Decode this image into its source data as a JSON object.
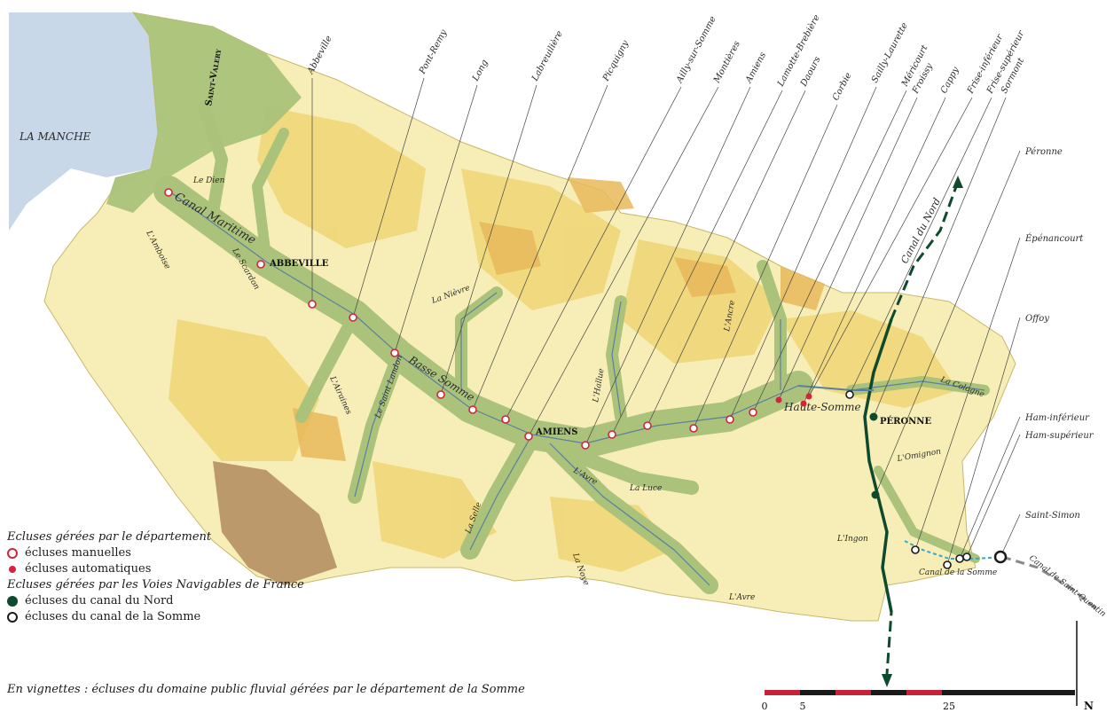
{
  "sea_label": "LA MANCHE",
  "towns": [
    {
      "key": "saint-valery",
      "label": "Saint-Valery"
    },
    {
      "key": "abbeville",
      "label": "ABBEVILLE"
    },
    {
      "key": "amiens",
      "label": "AMIENS"
    },
    {
      "key": "peronne",
      "label": "PÉRONNE"
    }
  ],
  "canal_labels": [
    {
      "key": "canal-maritime",
      "label": "Canal Maritime"
    },
    {
      "key": "basse-somme",
      "label": "Basse Somme"
    },
    {
      "key": "haute-somme",
      "label": "Haute-Somme"
    },
    {
      "key": "canal-du-nord",
      "label": "Canal du Nord"
    },
    {
      "key": "canal-de-la-somme",
      "label": "Canal de la Somme"
    },
    {
      "key": "canal-de-saint-quentin",
      "label": "Canal de Saint-Quentin"
    }
  ],
  "rivers": [
    {
      "key": "le-dien",
      "label": "Le Dien"
    },
    {
      "key": "l-amboise",
      "label": "L'Amboise"
    },
    {
      "key": "le-scardon",
      "label": "Le Scardon"
    },
    {
      "key": "la-nievre",
      "label": "La Nièvre"
    },
    {
      "key": "l-airaines",
      "label": "L'Airaines"
    },
    {
      "key": "le-saint-landon",
      "label": "Le Saint Landon"
    },
    {
      "key": "l-hallue",
      "label": "L'Hallue"
    },
    {
      "key": "l-ancre",
      "label": "L'Ancre"
    },
    {
      "key": "l-avre",
      "label": "L'Avre"
    },
    {
      "key": "la-selle",
      "label": "La Selle"
    },
    {
      "key": "la-luce",
      "label": "La Luce"
    },
    {
      "key": "la-noye",
      "label": "La Noye"
    },
    {
      "key": "l-avre-2",
      "label": "L'Avre"
    },
    {
      "key": "la-cologne",
      "label": "La Cologne"
    },
    {
      "key": "l-omignon",
      "label": "L'Omignon"
    },
    {
      "key": "l-ingon",
      "label": "L'Ingon"
    }
  ],
  "lock_labels": [
    {
      "key": "abbeville",
      "label": "Abbeville"
    },
    {
      "key": "pont-remy",
      "label": "Pont-Remy"
    },
    {
      "key": "long",
      "label": "Long"
    },
    {
      "key": "labreuliere",
      "label": "Labreuilière"
    },
    {
      "key": "picquigny",
      "label": "Picquigny"
    },
    {
      "key": "ailly-sur-somme",
      "label": "Ailly-sur-Somme"
    },
    {
      "key": "montieres",
      "label": "Montières"
    },
    {
      "key": "amiens",
      "label": "Amiens"
    },
    {
      "key": "lamotte-brebiere",
      "label": "Lamotte-Brebière"
    },
    {
      "key": "daours",
      "label": "Daours"
    },
    {
      "key": "corbie",
      "label": "Corbie"
    },
    {
      "key": "sailly-laurette",
      "label": "Sailly-Laurette"
    },
    {
      "key": "mericourt",
      "label": "Méricourt"
    },
    {
      "key": "froissy",
      "label": "Froissy"
    },
    {
      "key": "cappy",
      "label": "Cappy"
    },
    {
      "key": "frise-inferieur",
      "label": "Frise-inférieur"
    },
    {
      "key": "frise-superieur",
      "label": "Frise-supérieur"
    },
    {
      "key": "sormont",
      "label": "Sormont"
    },
    {
      "key": "peronne",
      "label": "Péronne"
    },
    {
      "key": "epenancourt",
      "label": "Épénancourt"
    },
    {
      "key": "offoy",
      "label": "Offoy"
    },
    {
      "key": "ham-inferieur",
      "label": "Ham-inférieur"
    },
    {
      "key": "ham-superieur",
      "label": "Ham-supérieur"
    },
    {
      "key": "saint-simon",
      "label": "Saint-Simon"
    }
  ],
  "legend": {
    "heading_dept": "Ecluses gérées par le département",
    "manual": "écluses manuelles",
    "automatic": "écluses automatiques",
    "heading_vnf": "Ecluses gérées par les Voies Navigables de France",
    "nord": "écluses du canal du Nord",
    "somme": "écluses du canal de la Somme"
  },
  "footnote": "En vignettes : écluses du domaine public fluvial gérées par le département de la Somme",
  "scale": {
    "ticks": [
      "0",
      "5",
      "25"
    ],
    "unit_note": ""
  },
  "north_label": "N",
  "colors": {
    "sea": "#c9d8e8",
    "lowland": "#f6eeb6",
    "plateau": "#f0d678",
    "hill": "#e8b85a",
    "valley": "#aac27a",
    "valley_dark": "#8fb062",
    "relief": "#b08a5e",
    "manual_lock": "#d4233c",
    "auto_lock": "#d4233c",
    "nord_lock": "#0e4a2e",
    "somme_lock": "#1a1a1a",
    "canal_nord": "#0e4a2e",
    "canal_somme": "#3aa6c8",
    "canal_sq": "#888888",
    "leader": "#444444",
    "scale_red": "#c8223a",
    "scale_black": "#1a1a1a"
  }
}
